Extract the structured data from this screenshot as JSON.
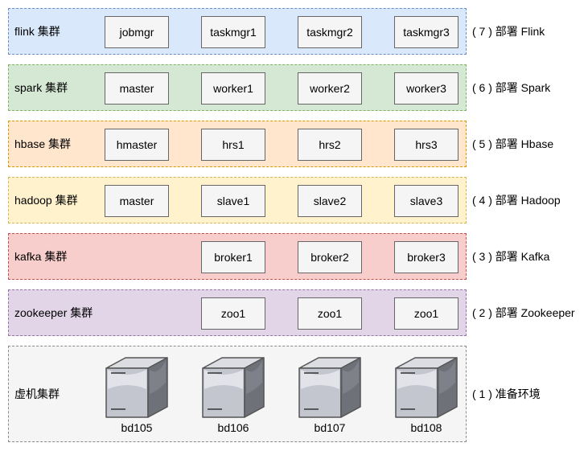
{
  "layers": [
    {
      "label": "flink 集群",
      "nodes": [
        "jobmgr",
        "taskmgr1",
        "taskmgr2",
        "taskmgr3"
      ],
      "step": "( 7 ) 部署 Flink",
      "fill": "#dae8fc",
      "border": "#6c8ebf"
    },
    {
      "label": "spark 集群",
      "nodes": [
        "master",
        "worker1",
        "worker2",
        "worker3"
      ],
      "step": "( 6 ) 部署 Spark",
      "fill": "#d5e8d4",
      "border": "#82b366"
    },
    {
      "label": "hbase 集群",
      "nodes": [
        "hmaster",
        "hrs1",
        "hrs2",
        "hrs3"
      ],
      "step": "( 5 ) 部署 Hbase",
      "fill": "#ffe6cc",
      "border": "#d79b00"
    },
    {
      "label": "hadoop 集群",
      "nodes": [
        "master",
        "slave1",
        "slave2",
        "slave3"
      ],
      "step": "( 4 ) 部署 Hadoop",
      "fill": "#fff2cc",
      "border": "#d6b656"
    },
    {
      "label": "kafka 集群",
      "nodes": [
        "broker1",
        "broker2",
        "broker3"
      ],
      "step": "( 3 ) 部署 Kafka",
      "fill": "#f8cecc",
      "border": "#b85450"
    },
    {
      "label": "zookeeper 集群",
      "nodes": [
        "zoo1",
        "zoo1",
        "zoo1"
      ],
      "step": "( 2 ) 部署 Zookeeper",
      "fill": "#e1d5e7",
      "border": "#9673a6"
    }
  ],
  "vm_layer": {
    "label": "虚机集群",
    "hosts": [
      "bd105",
      "bd106",
      "bd107",
      "bd108"
    ],
    "step": "( 1 ) 准备环境",
    "fill": "#f5f5f5",
    "icon": "server-icon"
  }
}
